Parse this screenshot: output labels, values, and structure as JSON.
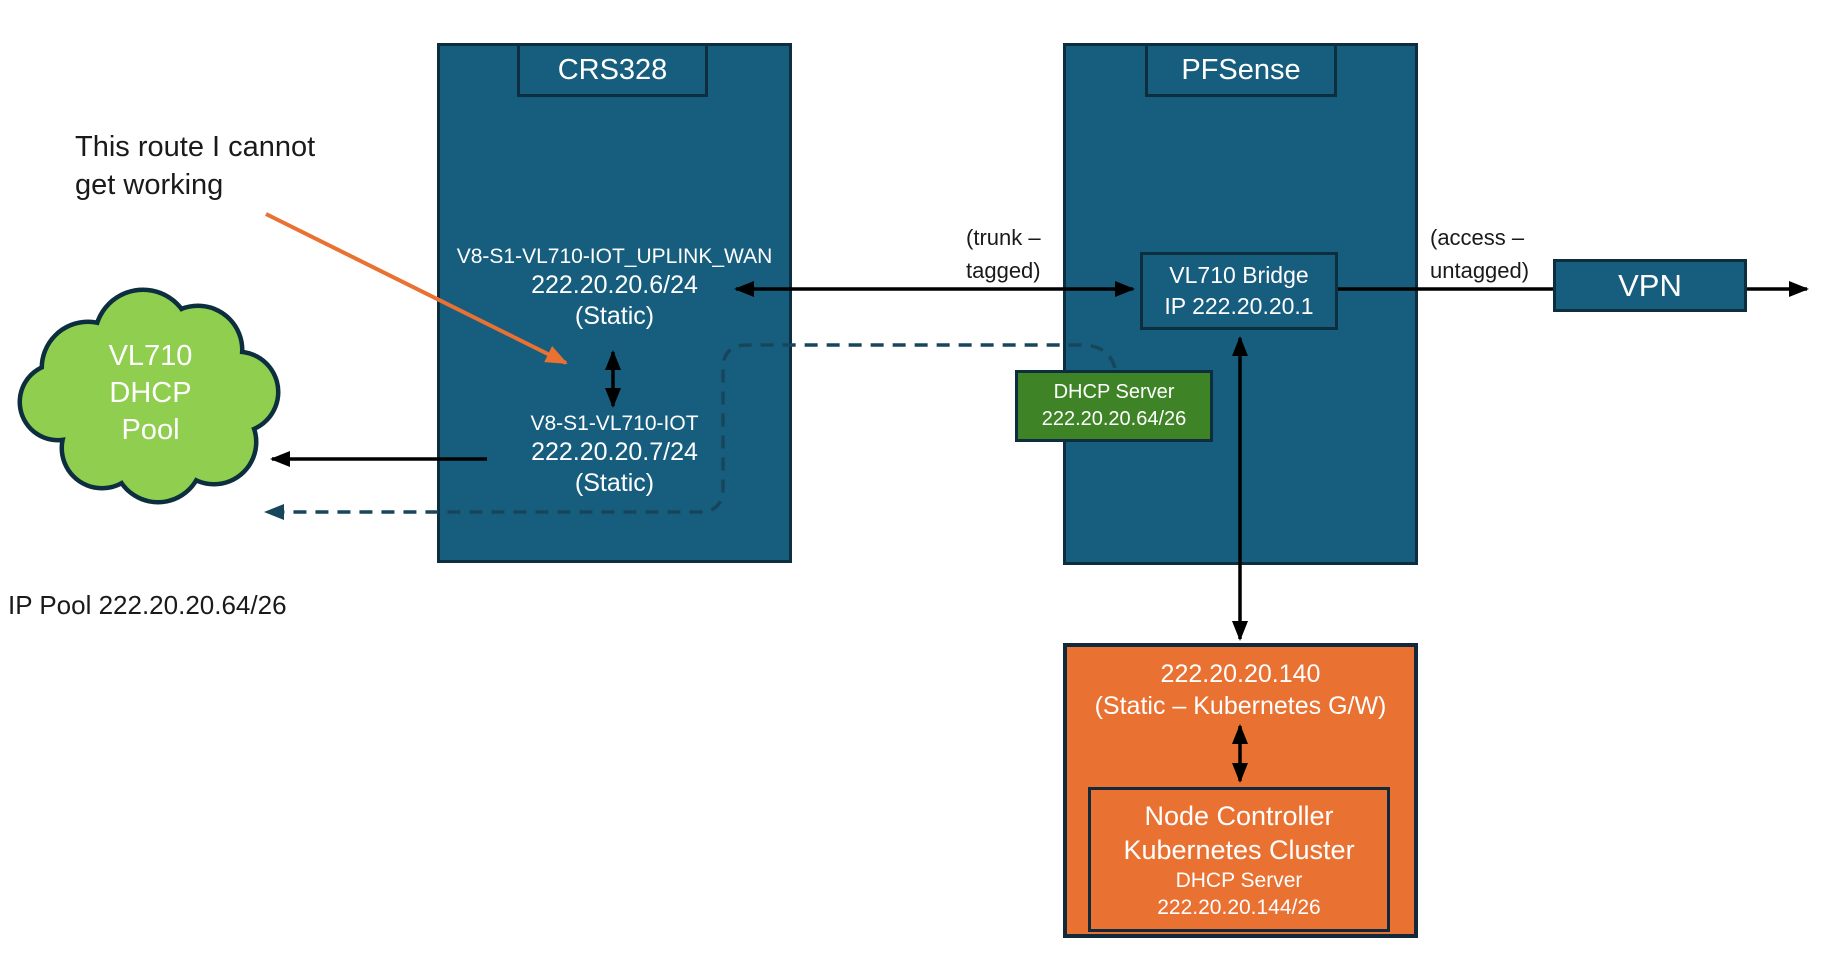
{
  "annotation": {
    "line1": "This route I cannot",
    "line2": "get working"
  },
  "crs328": {
    "title": "CRS328",
    "uplink": {
      "name": "V8-S1-VL710-IOT_UPLINK_WAN",
      "ip": "222.20.20.6/24",
      "mode": "(Static)"
    },
    "iot": {
      "name": "V8-S1-VL710-IOT",
      "ip": "222.20.20.7/24",
      "mode": "(Static)"
    }
  },
  "pfsense": {
    "title": "PFSense",
    "bridge": {
      "line1": "VL710 Bridge",
      "line2": "IP 222.20.20.1"
    },
    "dhcp": {
      "line1": "DHCP Server",
      "line2": "222.20.20.64/26"
    }
  },
  "links": {
    "trunk_line1": "(trunk –",
    "trunk_line2": "tagged)",
    "access_line1": "(access –",
    "access_line2": "untagged)"
  },
  "vpn": {
    "label": "VPN"
  },
  "cloud": {
    "line1": "VL710",
    "line2": "DHCP",
    "line3": "Pool",
    "caption": "IP Pool 222.20.20.64/26"
  },
  "kubernetes": {
    "ip": "222.20.20.140",
    "role": "(Static – Kubernetes G/W)",
    "node": {
      "line1": "Node Controller",
      "line2": "Kubernetes Cluster",
      "line3": "DHCP Server",
      "line4": "222.20.20.144/26"
    }
  },
  "colors": {
    "box_teal": "#175E7E",
    "outline_navy": "#0C2E3E",
    "cloud_green": "#8FCE4E",
    "dhcp_green": "#3E8427",
    "kubernetes_orange": "#E97132",
    "annotation_arrow_orange": "#E97132",
    "arrow_black": "#000000",
    "dashed_route_teal": "#17465C"
  }
}
